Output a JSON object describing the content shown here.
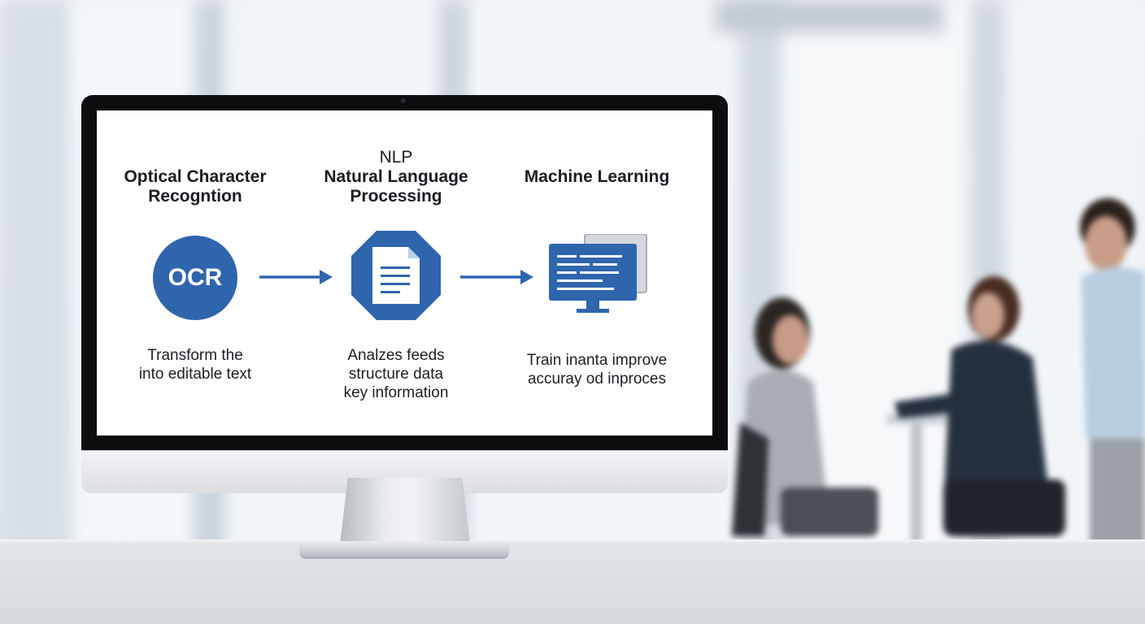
{
  "colors": {
    "accent_blue": "#2f65ad",
    "bezel": "#0d0d0f",
    "screen_bg": "#ffffff",
    "room_bg": "#e9eef3"
  },
  "steps": [
    {
      "heading_lines": [
        "Optical Character",
        "Recogntion"
      ],
      "icon": "ocr-circle-icon",
      "icon_text": "OCR",
      "description_lines": [
        "Transform the",
        "into editable text"
      ]
    },
    {
      "heading_lines": [
        "NLP",
        "Natural Language",
        "Processing"
      ],
      "icon": "document-octagon-icon",
      "description_lines": [
        "Analzes feeds",
        "structure data",
        "key information"
      ]
    },
    {
      "heading_lines": [
        "Machine Learning"
      ],
      "icon": "computer-monitor-icon",
      "description_lines": [
        "Train inanta improve",
        "accuray od inproces"
      ]
    }
  ],
  "arrows": [
    "arrow-right-icon",
    "arrow-right-icon"
  ]
}
